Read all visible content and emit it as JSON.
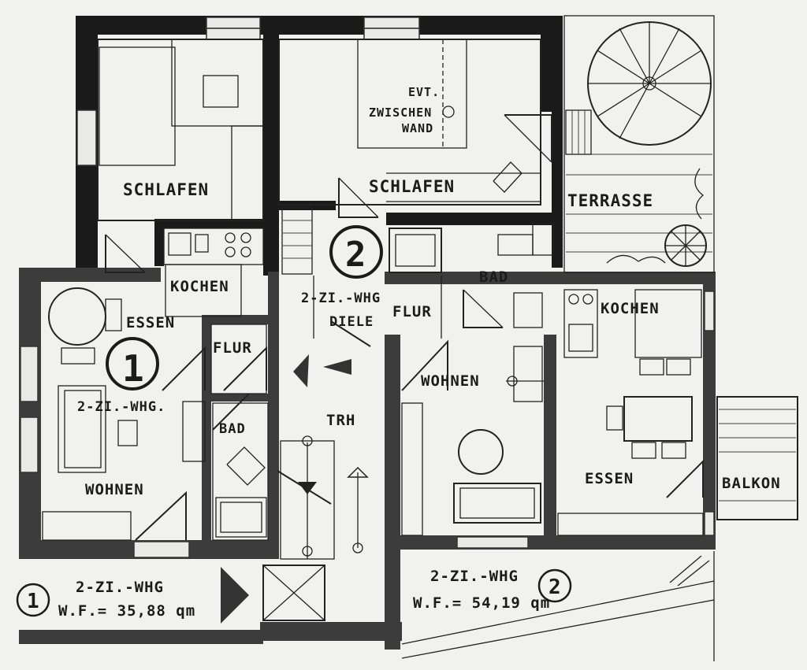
{
  "plan": {
    "labels": {
      "schlafen_left": "SCHLAFEN",
      "schlafen_right": "SCHLAFEN",
      "evt_1": "EVT.",
      "evt_2": "ZWISCHEN",
      "evt_3": "WAND",
      "terrasse": "TERRASSE",
      "kochen_left": "KOCHEN",
      "kochen_right": "KOCHEN",
      "essen_left": "ESSEN",
      "essen_right": "ESSEN",
      "flur_left": "FLUR",
      "flur_right": "FLUR",
      "bad_left": "BAD",
      "bad_right": "BAD",
      "wohnen_left": "WOHNEN",
      "wohnen_right": "WOHNEN",
      "unit1_label": "2-ZI.-WHG.",
      "unit2_label_a": "2-ZI.-WHG",
      "diele": "DIELE",
      "trh": "TRH",
      "balkon": "BALKON"
    },
    "unit_markers": {
      "unit1": "1",
      "unit2": "2"
    },
    "legend": {
      "left": {
        "number": "1",
        "type": "2-ZI.-WHG",
        "area": "W.F.= 35,88 qm"
      },
      "right": {
        "number": "2",
        "type": "2-ZI.-WHG",
        "area": "W.F.= 54,19 qm"
      }
    }
  }
}
